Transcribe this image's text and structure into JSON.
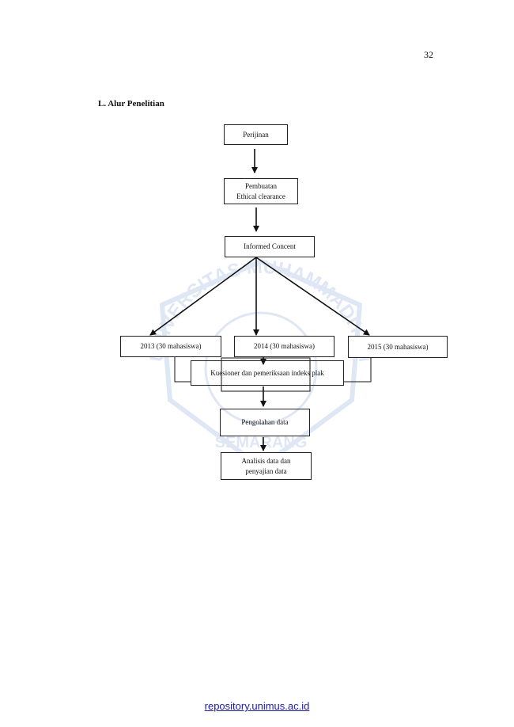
{
  "page_number": "32",
  "section_heading": "L.  Alur  Penelitian",
  "flowchart": {
    "perijinan": "Perijinan",
    "pembuatan_line1": "Pembuatan",
    "pembuatan_line2": "Ethical clearance",
    "informed_concent": "Informed  Concent",
    "cohort_2013": "2013  (30  mahasiswa)",
    "cohort_2014": "2014  (30 mahasiswa)",
    "cohort_2015": "2015  (30 mahasiswa)",
    "kuesioner": "Kuesioner dan pemeriksaan  indeks  plak",
    "pengolahan": "Pengolahan data",
    "analisis_line1": "Analisis data dan",
    "analisis_line2": "penyajian data"
  },
  "watermark": {
    "top_text": "UNIVERSITAS MUHAMMADIYAH",
    "bottom_text": "SEMARANG",
    "color": "#8fa8d8"
  },
  "footer": {
    "link_text": "repository.unimus.ac.id",
    "link_color": "#1a1aa6"
  }
}
